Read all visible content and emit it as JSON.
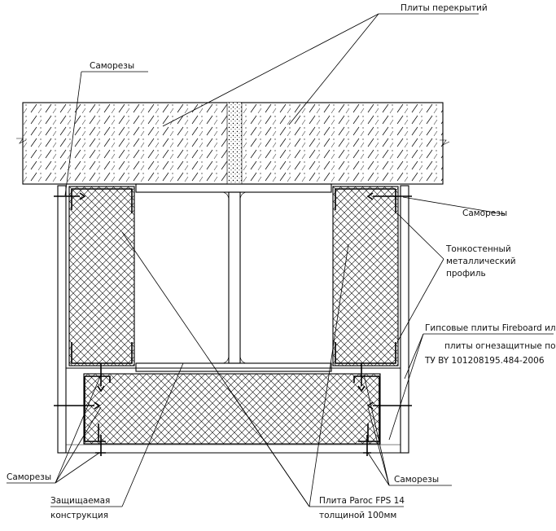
{
  "labels": {
    "slabs": "Плиты перекрытий",
    "screws_top_left": "Саморезы",
    "screws_right": "Саморезы",
    "thin_profile_1": "Тонкостенный",
    "thin_profile_2": "металлический",
    "thin_profile_3": "профиль",
    "gypsum_1": "Гипсовые плиты Fireboard или",
    "gypsum_2": "плиты огнезащитные по",
    "gypsum_3": "ТУ BY 101208195.484-2006",
    "screws_bottom_left": "Саморезы",
    "screws_bottom_right": "Саморезы",
    "protected_1": "Защищаемая",
    "protected_2": "конструкция",
    "paroc_1": "Плита Paroc FPS 14",
    "paroc_2": "толщиной 100мм"
  }
}
